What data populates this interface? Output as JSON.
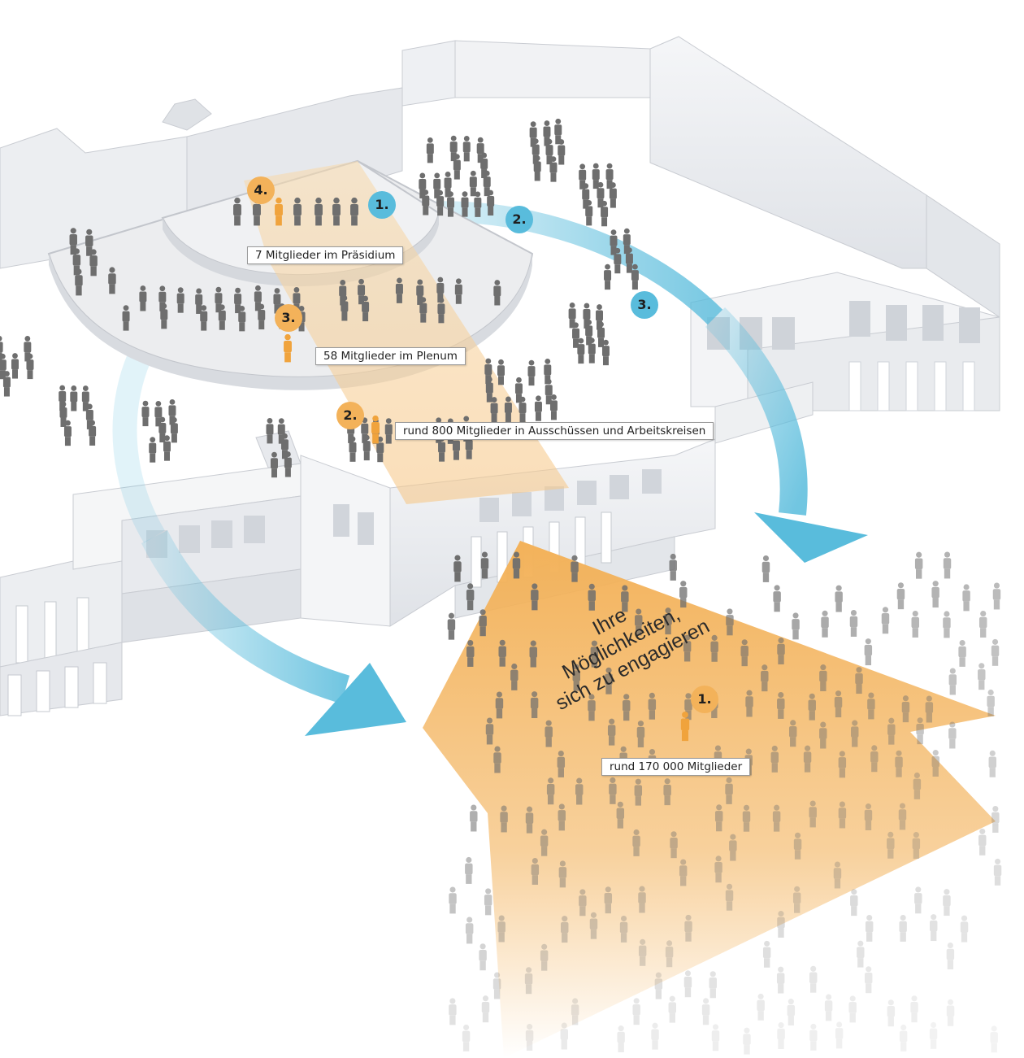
{
  "colors": {
    "orange": "#f3b25a",
    "blue": "#59bcdc",
    "building": "#f1f2f4",
    "building_shade": "#dadde2",
    "person": "#6e6e6e",
    "highlight_person": "#f0a33c"
  },
  "labels": {
    "praesidium": "7 Mitglieder im Präsidium",
    "plenum": "58 Mitglieder im Plenum",
    "ausschuesse": "rund 800 Mitglieder in Ausschüssen und Arbeitskreisen",
    "members": "rund 170 000 Mitglieder"
  },
  "arrow_text": {
    "line1": "Ihre",
    "line2": "Möglichkeiten,",
    "line3": "sich zu engagieren"
  },
  "orange_badges": [
    {
      "id": "badge-orange-4",
      "text": "4."
    },
    {
      "id": "badge-orange-3",
      "text": "3."
    },
    {
      "id": "badge-orange-2",
      "text": "2."
    },
    {
      "id": "badge-orange-1",
      "text": "1."
    }
  ],
  "blue_badges": [
    {
      "id": "badge-blue-1",
      "text": "1."
    },
    {
      "id": "badge-blue-2",
      "text": "2."
    },
    {
      "id": "badge-blue-3",
      "text": "3."
    }
  ]
}
